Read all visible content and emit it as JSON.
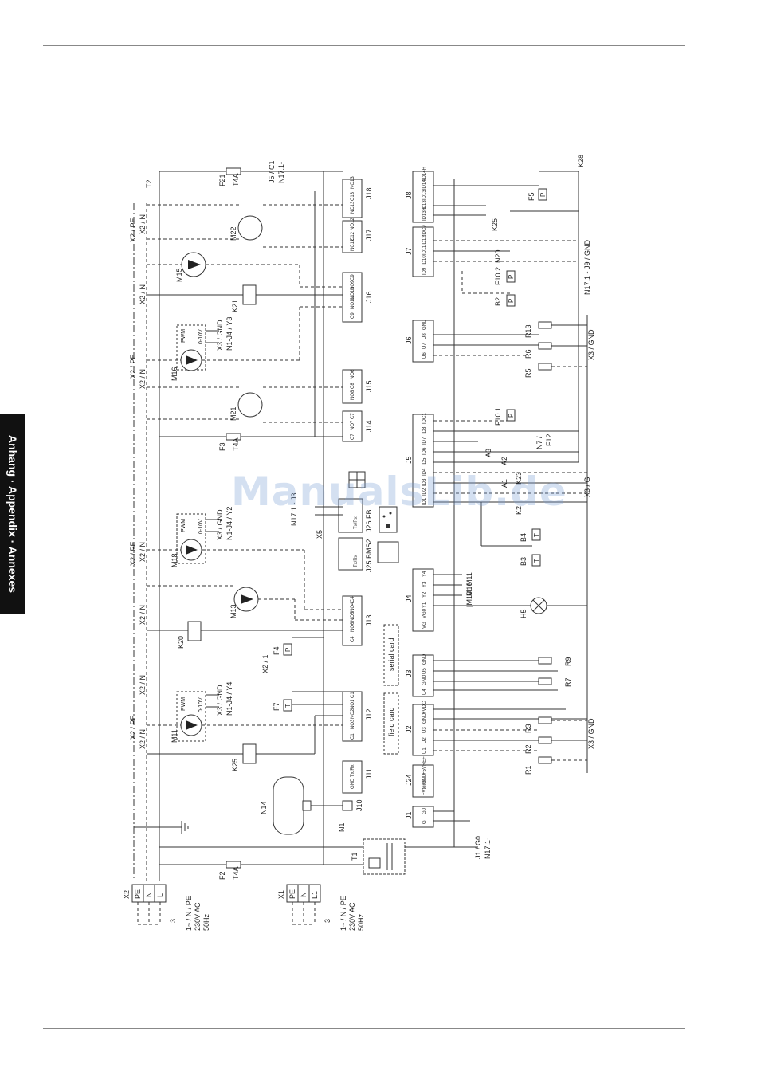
{
  "side_tab": "Anhang · Appendix · Annexes",
  "watermark": "ManualsLib.de",
  "supply": {
    "x2": {
      "label": "X2",
      "terminals": [
        "PE",
        "N",
        "L"
      ],
      "spec": [
        "1~ / N / PE",
        "230V AC",
        "50Hz"
      ],
      "cable": "3"
    },
    "x1": {
      "label": "X1",
      "terminals": [
        "PE",
        "N",
        "L1"
      ],
      "spec": [
        "1~ / N / PE",
        "230V AC",
        "50Hz"
      ],
      "cable": "3"
    }
  },
  "fuses": {
    "f21": {
      "name": "F21",
      "rating": "T4A",
      "target": [
        "J5 / C1",
        "N17.1-"
      ]
    },
    "f3": {
      "name": "F3",
      "rating": "T4A"
    },
    "f2": {
      "name": "F2",
      "rating": "T4A"
    },
    "t1": {
      "name": "T1",
      "target": [
        "J1 / G0",
        "N17.1-"
      ]
    }
  },
  "top_labels": {
    "t2": "T2",
    "k28": "K28",
    "n17_j9": "N17.1 - J9 / GND",
    "x3_gnd": "X3 / GND",
    "x3_g": "X3 / G",
    "x3_gnd2": "X3 / GND"
  },
  "wire_labels": [
    "X2 / PE",
    "X2 / N",
    "X2 / N",
    "X2 / PE",
    "X2 / N",
    "X2 / N",
    "X2 / PE",
    "X2 / N",
    "X2 / N",
    "X2 / PE",
    "X2 / N"
  ],
  "components": {
    "m22": "M22",
    "m15": "M15",
    "k21": "K21",
    "m16": "M16",
    "m21": "M21",
    "m18": "M18",
    "m13": "M13",
    "k20": "K20",
    "m11": "M11",
    "k25": "K25",
    "n14": "N14",
    "n1": "N1",
    "f4": "F4",
    "f7": "F7",
    "x5": "X5",
    "x2_1": "X2 / 1"
  },
  "m16_signals": [
    "X3 / GND",
    "N1-J4 / Y3"
  ],
  "m18_signals": [
    "X3 / GND",
    "N1-J4 / Y2"
  ],
  "m11_signals": [
    "X3 / GND",
    "N1-J4 / Y4"
  ],
  "x5_target": "N17.1 - J3",
  "pwm": "PWM",
  "v010": "0-10V",
  "connectors_left": [
    {
      "name": "J18",
      "pins": [
        "NO13",
        "C13",
        "NC13"
      ]
    },
    {
      "name": "J17",
      "pins": [
        "NO12",
        "C12",
        "NC12"
      ]
    },
    {
      "name": "J16",
      "pins": [
        "C9",
        "NO9",
        "NO10",
        "NO11",
        "C9"
      ]
    },
    {
      "name": "J15",
      "pins": [
        "NO6",
        "C8",
        "NO8"
      ]
    },
    {
      "name": "J14",
      "pins": [
        "C7",
        "NO7",
        "C7"
      ]
    },
    {
      "name": "J13",
      "pins": [
        "C4",
        "NO4",
        "NO5",
        "NO6",
        "C4"
      ]
    },
    {
      "name": "J12",
      "pins": [
        "C1",
        "NO1",
        "NO2",
        "NO3",
        "C1"
      ]
    },
    {
      "name": "J11",
      "pins": [
        "Tx/Rx",
        "GND"
      ]
    },
    {
      "name": "J10"
    },
    {
      "name": "J25 BMS2",
      "pins": [
        "Tx/Rx"
      ]
    },
    {
      "name": "J26 FB..",
      "pins": [
        "Tx/Rx"
      ]
    }
  ],
  "connectors_right": [
    {
      "name": "J8",
      "pins": [
        "ID14H",
        "ID14",
        "ID13",
        "ID13",
        "ID13H"
      ]
    },
    {
      "name": "J7",
      "pins": [
        "IDC9",
        "ID12",
        "ID11",
        "ID10",
        "ID9"
      ]
    },
    {
      "name": "J6",
      "pins": [
        "GND",
        "U8",
        "U7",
        "U6"
      ]
    },
    {
      "name": "J5",
      "pins": [
        "IDC1",
        "ID8",
        "ID7",
        "ID6",
        "ID5",
        "ID4",
        "ID3",
        "ID2",
        "ID1"
      ]
    },
    {
      "name": "J4",
      "pins": [
        "Y4",
        "Y3",
        "Y2",
        "Y1",
        "VG0",
        "VG"
      ]
    },
    {
      "name": "J3",
      "pins": [
        "GND",
        "U5",
        "GND",
        "U4"
      ]
    },
    {
      "name": "J2",
      "pins": [
        "+VDC",
        "GND",
        "U3",
        "U2",
        "U1"
      ]
    },
    {
      "name": "J24",
      "pins": [
        "+5VREF",
        "GND",
        "+Vterm"
      ]
    },
    {
      "name": "J1",
      "pins": [
        "G0",
        "G"
      ]
    }
  ],
  "cards": {
    "serial": "serial card",
    "field": "field card"
  },
  "right_components": {
    "f5": "F5",
    "k25r": "K25",
    "n20": "N20",
    "f10_2": "F10.2",
    "b2": "B2",
    "r13": "R13",
    "r6": "R6",
    "r5": "R5",
    "f10_1": "F10.1",
    "n7": "N7 /",
    "f12": "F12",
    "a3": "A3",
    "a2": "A2",
    "a1": "A1",
    "k23": "K23",
    "k2": "K2",
    "b4": "B4",
    "b3": "B3",
    "h5": "H5",
    "r9": "R9",
    "r7": "R7",
    "r3": "R3",
    "r2": "R2",
    "r1": "R1"
  },
  "j4_outputs": [
    "M11",
    "M16",
    "[M18]"
  ],
  "sensor_tags": {
    "p": "P",
    "t": "T"
  }
}
